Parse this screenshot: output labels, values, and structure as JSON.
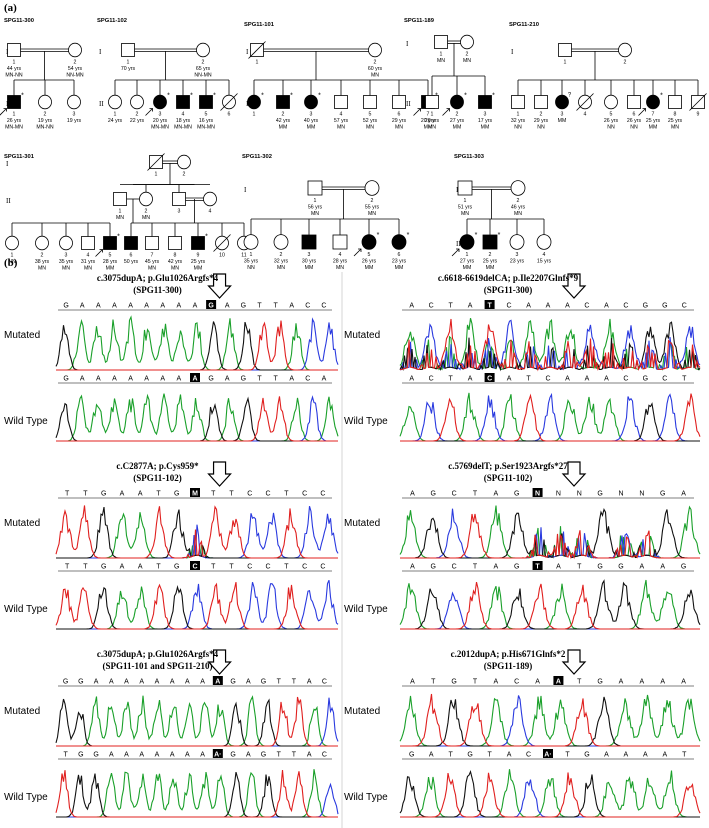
{
  "panel_a": {
    "label": "(a)",
    "pedigrees": [
      {
        "id": "SPG11-300",
        "gens": [
          "I",
          "II"
        ],
        "g1": [
          {
            "sex": "M",
            "aff": false,
            "n": "1",
            "age": "44 yrs",
            "gt": "MN-NN"
          },
          {
            "sex": "F",
            "aff": false,
            "n": "2",
            "age": "54 yrs",
            "gt": "NN-MN"
          }
        ],
        "g2": [
          {
            "sex": "M",
            "aff": true,
            "n": "1",
            "age": "26 yrs",
            "gt": "MN-MN",
            "proband": true,
            "star": true
          },
          {
            "sex": "F",
            "aff": false,
            "n": "2",
            "age": "19 yrs",
            "gt": "MN-NN"
          },
          {
            "sex": "F",
            "aff": false,
            "n": "3",
            "age": "19 yrs",
            "gt": ""
          }
        ]
      },
      {
        "id": "SPG11-102",
        "gens": [
          "I",
          "II"
        ],
        "g1": [
          {
            "sex": "M",
            "aff": false,
            "n": "1",
            "age": "70 yrs",
            "gt": ""
          },
          {
            "sex": "F",
            "aff": false,
            "n": "2",
            "age": "65 yrs",
            "gt": "NN-MN"
          }
        ],
        "g2": [
          {
            "sex": "F",
            "aff": false,
            "n": "1",
            "age": "24 yrs",
            "gt": ""
          },
          {
            "sex": "F",
            "aff": false,
            "n": "2",
            "age": "22 yrs",
            "gt": ""
          },
          {
            "sex": "F",
            "aff": true,
            "n": "3",
            "age": "20 yrs",
            "gt": "MN-MN",
            "proband": true,
            "star": true
          },
          {
            "sex": "M",
            "aff": true,
            "n": "4",
            "age": "18 yrs",
            "gt": "MN-MN",
            "star": true
          },
          {
            "sex": "M",
            "aff": true,
            "n": "5",
            "age": "16 yrs",
            "gt": "MN-MN",
            "star": true
          },
          {
            "sex": "F",
            "aff": false,
            "n": "6",
            "age": "",
            "gt": "",
            "dec": true
          }
        ]
      },
      {
        "id": "SPG11-101",
        "gens": [
          "I",
          "II"
        ],
        "g1": [
          {
            "sex": "M",
            "aff": false,
            "n": "1",
            "age": "",
            "gt": "",
            "dec": true
          },
          {
            "sex": "F",
            "aff": false,
            "n": "2",
            "age": "60 yrs",
            "gt": "MN"
          }
        ],
        "g2": [
          {
            "sex": "F",
            "aff": true,
            "n": "1",
            "age": "",
            "gt": "",
            "star": true
          },
          {
            "sex": "M",
            "aff": true,
            "n": "2",
            "age": "42 yrs",
            "gt": "MM",
            "star": true
          },
          {
            "sex": "F",
            "aff": true,
            "n": "3",
            "age": "40 yrs",
            "gt": "MM",
            "star": true
          },
          {
            "sex": "M",
            "aff": false,
            "n": "4",
            "age": "57 yrs",
            "gt": "MN"
          },
          {
            "sex": "M",
            "aff": false,
            "n": "5",
            "age": "52 yrs",
            "gt": "MN"
          },
          {
            "sex": "M",
            "aff": false,
            "n": "6",
            "age": "29 yrs",
            "gt": "MN"
          },
          {
            "sex": "M",
            "aff": true,
            "n": "7",
            "age": "20 yrs",
            "gt": "MM",
            "proband": true,
            "star": true
          }
        ]
      },
      {
        "id": "SPG11-189",
        "gens": [
          "I",
          "II"
        ],
        "g1": [
          {
            "sex": "M",
            "aff": false,
            "n": "1",
            "age": "",
            "gt": "MN"
          },
          {
            "sex": "F",
            "aff": false,
            "n": "2",
            "age": "",
            "gt": "MN"
          }
        ],
        "g2": [
          {
            "sex": "M",
            "aff": false,
            "n": "1",
            "age": "28 yrs",
            "gt": "MN"
          },
          {
            "sex": "F",
            "aff": true,
            "n": "2",
            "age": "27 yrs",
            "gt": "MM",
            "proband": true,
            "star": true
          },
          {
            "sex": "M",
            "aff": true,
            "n": "3",
            "age": "17 yrs",
            "gt": "MM",
            "star": true
          }
        ]
      },
      {
        "id": "SPG11-210",
        "gens": [
          "I",
          "II"
        ],
        "g1": [
          {
            "sex": "M",
            "aff": false,
            "n": "1",
            "age": "",
            "gt": ""
          },
          {
            "sex": "F",
            "aff": false,
            "n": "2",
            "age": "",
            "gt": ""
          }
        ],
        "g2": [
          {
            "sex": "M",
            "aff": false,
            "n": "1",
            "age": "32 yrs",
            "gt": "NN"
          },
          {
            "sex": "M",
            "aff": false,
            "n": "2",
            "age": "29 yrs",
            "gt": "NN"
          },
          {
            "sex": "F",
            "aff": true,
            "n": "3",
            "age": "",
            "gt": "MM",
            "q": true
          },
          {
            "sex": "F",
            "aff": false,
            "n": "4",
            "age": "",
            "gt": "",
            "dec": true
          },
          {
            "sex": "F",
            "aff": false,
            "n": "5",
            "age": "26 yrs",
            "gt": "NN"
          },
          {
            "sex": "M",
            "aff": false,
            "n": "6",
            "age": "26 yrs",
            "gt": "NN"
          },
          {
            "sex": "F",
            "aff": true,
            "n": "7",
            "age": "25 yrs",
            "gt": "MM",
            "proband": true,
            "star": true
          },
          {
            "sex": "M",
            "aff": false,
            "n": "8",
            "age": "25 yrs",
            "gt": "MN"
          },
          {
            "sex": "M",
            "aff": false,
            "n": "9",
            "age": "",
            "gt": "",
            "dec": true
          }
        ]
      },
      {
        "id": "SPG11-301",
        "gens": [
          "I",
          "II",
          "III"
        ],
        "g1": [
          {
            "sex": "M",
            "aff": false,
            "n": "1",
            "age": "",
            "gt": "",
            "dec": true
          },
          {
            "sex": "F",
            "aff": false,
            "n": "2",
            "age": "",
            "gt": ""
          }
        ],
        "g2": [
          {
            "sex": "M",
            "aff": false,
            "n": "1",
            "age": "",
            "gt": "MN"
          },
          {
            "sex": "F",
            "aff": false,
            "n": "2",
            "age": "",
            "gt": "MN"
          },
          {
            "sex": "M",
            "aff": false,
            "n": "3",
            "age": "",
            "gt": ""
          },
          {
            "sex": "F",
            "aff": false,
            "n": "4",
            "age": "",
            "gt": ""
          }
        ],
        "g3": [
          {
            "sex": "F",
            "aff": false,
            "n": "1",
            "age": "",
            "gt": "NN"
          },
          {
            "sex": "F",
            "aff": false,
            "n": "2",
            "age": "38 yrs",
            "gt": "MN"
          },
          {
            "sex": "F",
            "aff": false,
            "n": "3",
            "age": "35 yrs",
            "gt": "MN"
          },
          {
            "sex": "M",
            "aff": false,
            "n": "4",
            "age": "31 yrs",
            "gt": "MN"
          },
          {
            "sex": "M",
            "aff": true,
            "n": "5",
            "age": "28 yrs",
            "gt": "MM",
            "proband": true,
            "star": true
          },
          {
            "sex": "M",
            "aff": true,
            "n": "6",
            "age": "50 yrs",
            "gt": ""
          },
          {
            "sex": "M",
            "aff": false,
            "n": "7",
            "age": "45 yrs",
            "gt": "MN"
          },
          {
            "sex": "M",
            "aff": false,
            "n": "8",
            "age": "42 yrs",
            "gt": "MN"
          },
          {
            "sex": "M",
            "aff": true,
            "n": "9",
            "age": "25 yrs",
            "gt": "MM",
            "star": true
          },
          {
            "sex": "F",
            "aff": false,
            "n": "10",
            "age": "",
            "gt": "",
            "dec": true
          },
          {
            "sex": "F",
            "aff": false,
            "n": "11",
            "age": "",
            "gt": ""
          }
        ]
      },
      {
        "id": "SPG11-302",
        "gens": [
          "I",
          "II"
        ],
        "g1": [
          {
            "sex": "M",
            "aff": false,
            "n": "1",
            "age": "56 yrs",
            "gt": "MN"
          },
          {
            "sex": "F",
            "aff": false,
            "n": "2",
            "age": "55 yrs",
            "gt": "MN"
          }
        ],
        "g2": [
          {
            "sex": "F",
            "aff": false,
            "n": "1",
            "age": "35 yrs",
            "gt": "NN"
          },
          {
            "sex": "F",
            "aff": false,
            "n": "2",
            "age": "32 yrs",
            "gt": "MN"
          },
          {
            "sex": "M",
            "aff": true,
            "n": "3",
            "age": "30 yrs",
            "gt": "MM"
          },
          {
            "sex": "M",
            "aff": false,
            "n": "4",
            "age": "28 yrs",
            "gt": "MN"
          },
          {
            "sex": "F",
            "aff": true,
            "n": "5",
            "age": "26 yrs",
            "gt": "MM",
            "proband": true,
            "star": true
          },
          {
            "sex": "F",
            "aff": true,
            "n": "6",
            "age": "23 yrs",
            "gt": "MM",
            "star": true
          }
        ]
      },
      {
        "id": "SPG11-303",
        "gens": [
          "I",
          "II"
        ],
        "g1": [
          {
            "sex": "M",
            "aff": false,
            "n": "1",
            "age": "51 yrs",
            "gt": "MN"
          },
          {
            "sex": "F",
            "aff": false,
            "n": "2",
            "age": "46 yrs",
            "gt": "MN"
          }
        ],
        "g2": [
          {
            "sex": "F",
            "aff": true,
            "n": "1",
            "age": "27 yrs",
            "gt": "MM",
            "proband": true,
            "star": true
          },
          {
            "sex": "M",
            "aff": true,
            "n": "2",
            "age": "25 yrs",
            "gt": "MM",
            "star": true
          },
          {
            "sex": "F",
            "aff": false,
            "n": "3",
            "age": "23 yrs",
            "gt": ""
          },
          {
            "sex": "F",
            "aff": false,
            "n": "4",
            "age": "15 yrs",
            "gt": ""
          }
        ]
      }
    ]
  },
  "panel_b": {
    "label": "(b)",
    "mutated_label": "Mutated",
    "wildtype_label": "Wild Type",
    "panels": [
      {
        "title1": "c.3075dupA; p.Glu1026Argfs*4",
        "title2": "(SPG11-300)",
        "mut_seq": "GAAAAAAAAGAGTTACC",
        "mut_hi": 9,
        "wt_seq": "GAAAAAAAAGAGTTACA",
        "wt_hi": 8
      },
      {
        "title1": "c.6618-6619delCA; p.Ile2207Glnfs*9",
        "title2": "(SPG11-300)",
        "mut_seq": "ACTATCAAACACGGC",
        "mut_hi": 4,
        "wt_seq": "ACTACATCAAACGCT",
        "wt_hi": 4
      },
      {
        "title1": "c.C2877A; p.Cys959*",
        "title2": "(SPG11-102)",
        "mut_seq": "TTGAATGMTTCCTCC",
        "mut_hi": 7,
        "wt_seq": "TTGAATGCTTCCTCC",
        "wt_hi": 7
      },
      {
        "title1": "c.5769delT; p.Ser1923Argfs*27",
        "title2": "(SPG11-102)",
        "mut_seq": "AGCTAGNNNGNNGA",
        "mut_hi": 6,
        "wt_seq": "AGCTAGTATGGAAG",
        "wt_hi": 6
      },
      {
        "title1": "c.3075dupA; p.Glu1026Argfs*4",
        "title2": "(SPG11-101 and SPG11-210)",
        "mut_seq": "GGAAAAAAAAAGAGTTAC",
        "mut_hi": 10,
        "wt_seq": "TGGAAAAAAAAGAGTTAC",
        "wt_hi": 10,
        "wt_hi_text": "A·"
      },
      {
        "title1": "c.2012dupA; p.His671Glnfs*2",
        "title2": "(SPG11-189)",
        "mut_seq": "ATGTACAATGAAAA",
        "mut_hi": 7,
        "wt_seq": "GATGTACATGAAAAT",
        "wt_hi": 7,
        "wt_hi_text": "A·"
      }
    ]
  },
  "colors": {
    "A": "#1aa02a",
    "C": "#2a3adf",
    "G": "#111111",
    "T": "#e0201f"
  }
}
